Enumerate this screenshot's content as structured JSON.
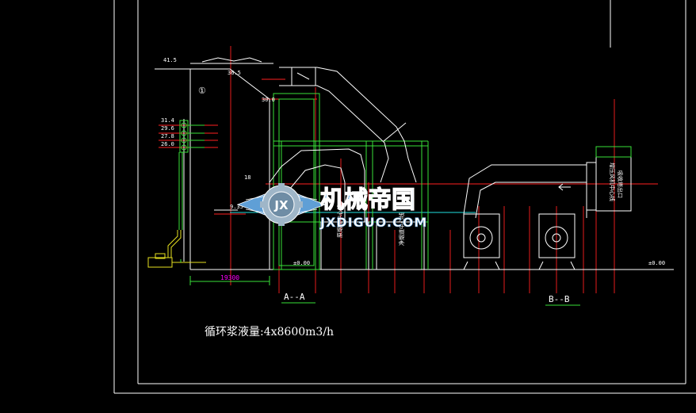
{
  "elevations": {
    "top_left": "41.5",
    "duct_top": "36.5",
    "duct_mid": "30.0",
    "spray_1": "31.4",
    "spray_2": "29.6",
    "spray_3": "27.8",
    "spray_4": "26.0",
    "inlet": "18",
    "liquid_level": "9.35",
    "ground_a": "±0.00",
    "ground_b": "±0.00"
  },
  "tower_marker": "①",
  "dimension": "19300",
  "sections": {
    "a": "A--A",
    "b": "B--B"
  },
  "vertical_labels": {
    "label_1": "原烟道中心线",
    "label_2": "净烟道中心线",
    "label_3": "增压风机中心线",
    "label_4": "吸收塔出口"
  },
  "caption": "循环浆液量:4x8600m3/h",
  "watermark": {
    "logo_text": "JX",
    "title": "机械帝国",
    "url": "JXDIGUO.COM"
  },
  "colors": {
    "background": "#000000",
    "outline": "#ffffff",
    "structure": "#39e039",
    "centerline": "#ff2020",
    "pipe": "#e6e020",
    "dimension": "#ff00ff",
    "watermark": "#78b4e6"
  }
}
